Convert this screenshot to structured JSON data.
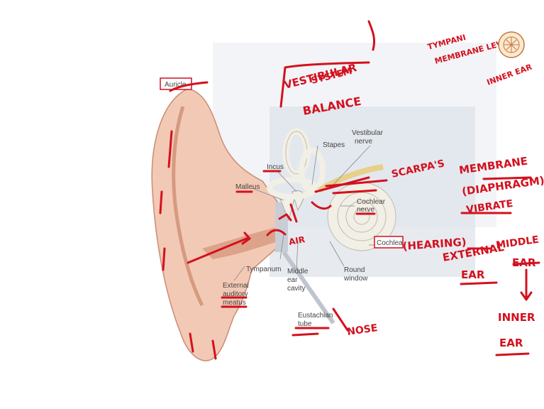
{
  "diagram": {
    "labels": {
      "auricle": "Auricle",
      "incus": "Incus",
      "stapes": "Stapes",
      "vestibular_nerve_1": "Vestibular",
      "vestibular_nerve_2": "nerve",
      "malleus": "Malleus",
      "cochlear_nerve_1": "Cochlear",
      "cochlear_nerve_2": "nerve",
      "cochlea": "Cochlea",
      "tympanum": "Tympanum",
      "middle_ear_1": "Middle",
      "middle_ear_2": "ear",
      "middle_ear_3": "cavity",
      "round_window_1": "Round",
      "round_window_2": "window",
      "external_1": "External",
      "external_2": "auditory",
      "external_3": "meatus",
      "eustachian_1": "Eustachian",
      "eustachian_2": "tube"
    }
  },
  "annotations": {
    "vestibular_1": "VESTIBULAR",
    "vestibular_2": "SYSTEM",
    "balance": "BALANCE",
    "tympani_1": "TYMPANI",
    "tympani_2": "MEMBRANE LEVEL",
    "inner_ear": "INNER EAR",
    "scarpa": "SCARPA'S",
    "membrane": "MEMBRANE",
    "diaphragm": "(DIAPHRAGM)",
    "vibrate": "VIBRATE",
    "hearing": "(HEARING)",
    "external": "EXTERNAL",
    "ear_1": "EAR",
    "middle": "MIDDLE",
    "ear_2": "EAR",
    "inner": "INNER",
    "ear_3": "EAR",
    "air": "AIR",
    "nose": "NOSE"
  },
  "colors": {
    "ink": "#d4101e",
    "skin": "#f2c9b4",
    "skin_dark": "#dca28a",
    "bone": "#f1efe6"
  }
}
